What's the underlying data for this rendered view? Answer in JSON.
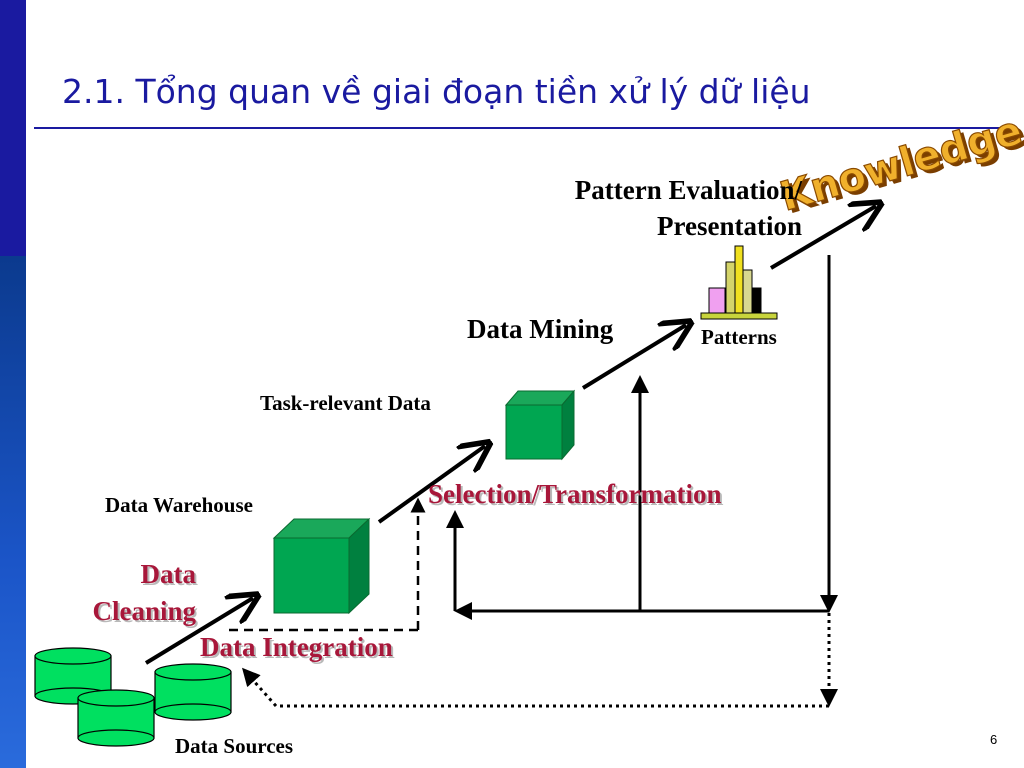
{
  "slide": {
    "title": "2.1. Tổng quan về giai đoạn tiền xử lý dữ liệu",
    "page_number": "6"
  },
  "diagram": {
    "knowledge": "Knowledge",
    "pattern_evaluation": "Pattern Evaluation/ Presentation",
    "data_mining": "Data Mining",
    "patterns": "Patterns",
    "task_relevant_data": "Task-relevant Data",
    "selection_transformation": "Selection/Transformation",
    "data_warehouse": "Data Warehouse",
    "data_cleaning": "Data Cleaning",
    "data_integration": "Data Integration",
    "data_sources": "Data Sources"
  },
  "colors": {
    "title_blue": "#1a1aa0",
    "label_red": "#a8173a",
    "cube_green": "#00a651",
    "knowledge_orange": "#e8a020"
  }
}
